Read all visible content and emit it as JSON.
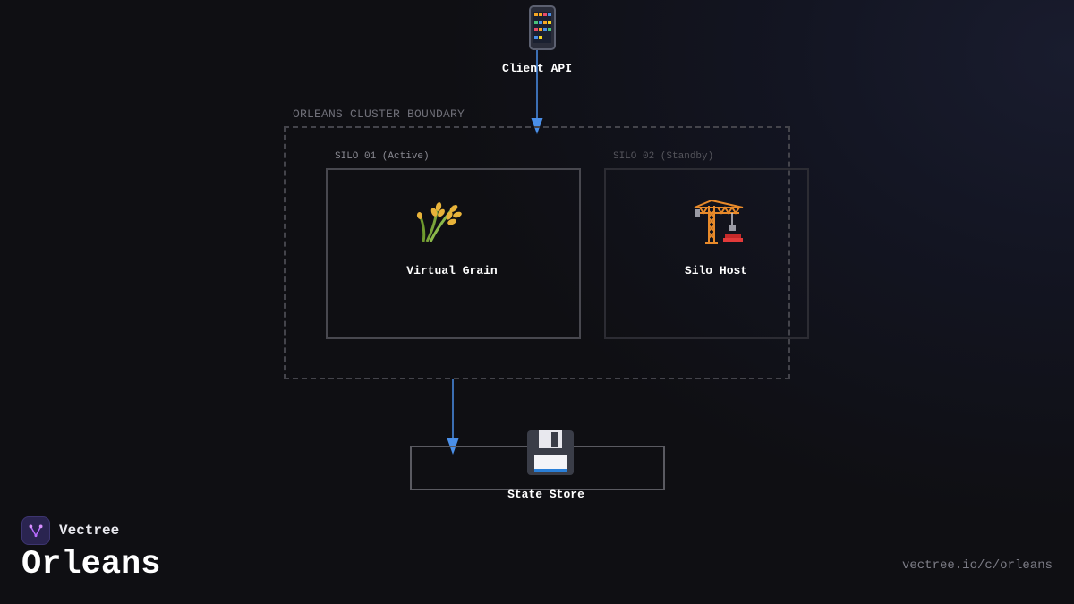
{
  "cluster": {
    "label": "ORLEANS CLUSTER BOUNDARY"
  },
  "nodes": {
    "client": {
      "label": "Client API",
      "icon": "mobile-phone-icon"
    },
    "grain": {
      "label": "Virtual Grain",
      "icon": "sheaf-of-rice-icon"
    },
    "host": {
      "label": "Silo Host",
      "icon": "building-construction-crane-icon"
    },
    "store": {
      "label": "State Store",
      "icon": "floppy-disk-icon"
    }
  },
  "silos": [
    {
      "label": "SILO 01 (Active)"
    },
    {
      "label": "SILO 02 (Standby)"
    }
  ],
  "footer": {
    "brand": "Vectree",
    "title": "Orleans",
    "url": "vectree.io/c/orleans"
  },
  "colors": {
    "arrow": "#4a8fe8",
    "background": "#0f0f13",
    "brand_accent": "#b86bff"
  }
}
